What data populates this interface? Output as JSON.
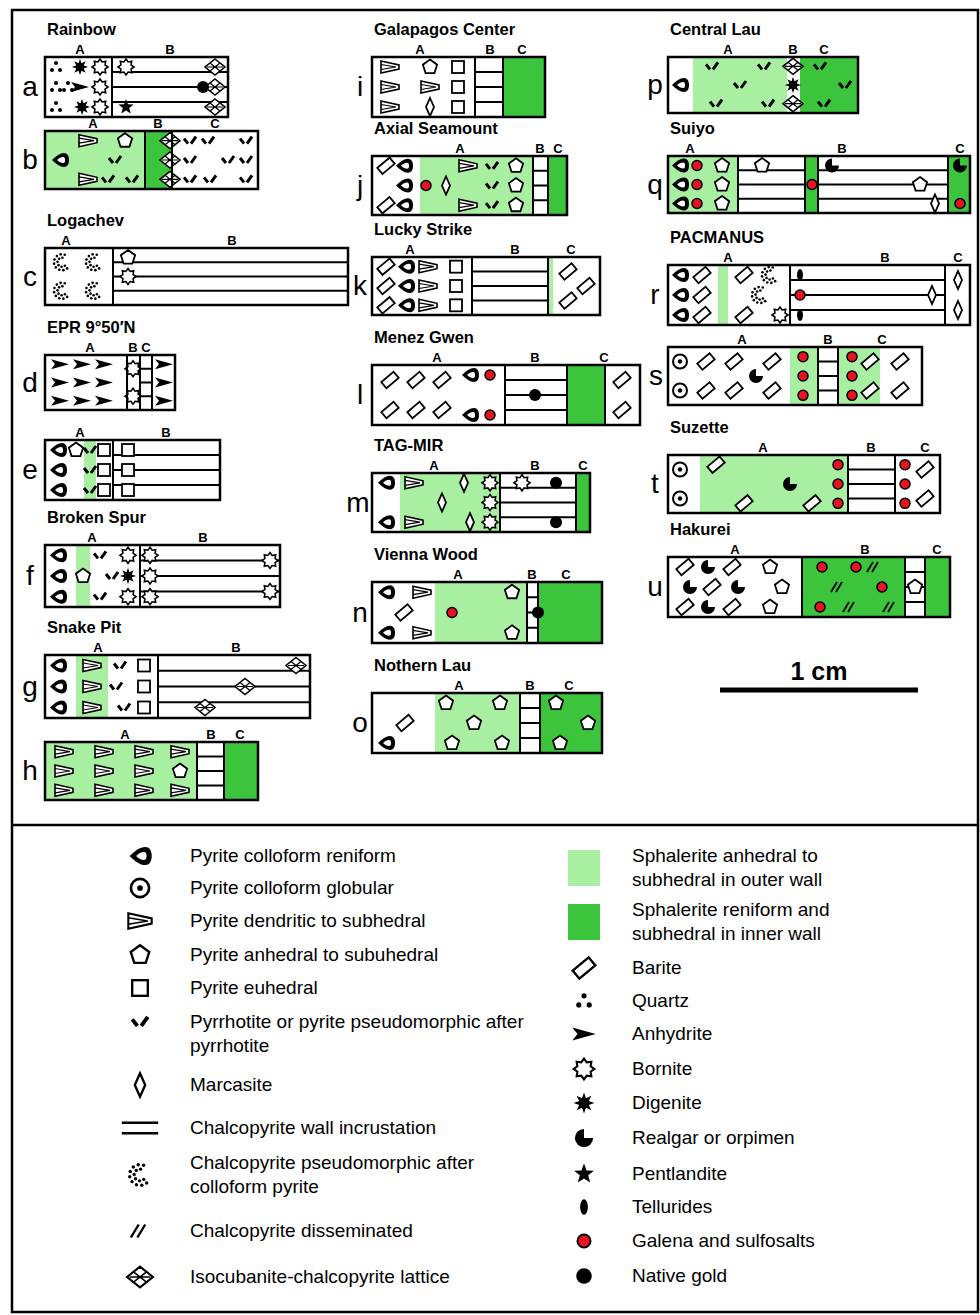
{
  "diagram": {
    "nodes": [
      {
        "text": [
          "Rainbow",
          "A",
          "B",
          "a"
        ]
      },
      {
        "text": [
          "A",
          "B",
          "C",
          "b"
        ]
      },
      {
        "text": [
          "Logachev",
          "A",
          "B",
          "c"
        ]
      },
      {
        "text": [
          "EPR 9°50′N",
          "A",
          "B",
          "C",
          "d"
        ]
      },
      {
        "text": [
          "A",
          "B",
          "e"
        ]
      },
      {
        "text": [
          "Broken Spur",
          "A",
          "B",
          "f"
        ]
      },
      {
        "text": [
          "Snake Pit",
          "A",
          "B",
          "g"
        ]
      },
      {
        "text": [
          "A",
          "B",
          "C",
          "h"
        ]
      },
      {
        "text": [
          "Galapagos Center",
          "A",
          "B",
          "C",
          "i"
        ]
      },
      {
        "text": [
          "Axial Seamount",
          "A",
          "B",
          "C",
          "j"
        ]
      },
      {
        "text": [
          "Lucky Strike",
          "A",
          "B",
          "C",
          "k"
        ]
      },
      {
        "text": [
          "Menez Gwen",
          "A",
          "B",
          "C",
          "l"
        ]
      },
      {
        "text": [
          "TAG-MIR",
          "A",
          "B",
          "C",
          "m"
        ]
      },
      {
        "text": [
          "Vienna Wood",
          "A",
          "B",
          "C",
          "n"
        ]
      },
      {
        "text": [
          "Nothern Lau",
          "A",
          "B",
          "C",
          "o"
        ]
      },
      {
        "text": [
          "Central Lau",
          "A",
          "B",
          "C",
          "p"
        ]
      },
      {
        "text": [
          "Suiyo",
          "A",
          "B",
          "C",
          "q"
        ]
      },
      {
        "text": [
          "PACMANUS",
          "A",
          "B",
          "C",
          "r"
        ]
      },
      {
        "text": [
          "A",
          "B",
          "C",
          "s"
        ]
      },
      {
        "text": [
          "Suzette",
          "A",
          "B",
          "C",
          "t"
        ]
      },
      {
        "text": [
          "Hakurei",
          "A",
          "B",
          "C",
          "u"
        ]
      }
    ],
    "labels": [
      "1 cm"
    ],
    "legend": [
      {
        "text": "Pyrite colloform reniform"
      },
      {
        "text": "Pyrite colloform globular"
      },
      {
        "text": "Pyrite dendritic to subhedral"
      },
      {
        "text": "Pyrite anhedral to subuhedral"
      },
      {
        "text": "Pyrite euhedral"
      },
      {
        "text": "Pyrrhotite or pyrite pseudomorphic after pyrrhotite"
      },
      {
        "text": "Marcasite"
      },
      {
        "text": "Chalcopyrite wall incrustation"
      },
      {
        "text": "Chalcopyrite pseudomorphic after colloform pyrite"
      },
      {
        "text": "Chalcopyrite disseminated"
      },
      {
        "text": "Isocubanite-chalcopyrite lattice"
      },
      {
        "text": "Sphalerite anhedral to subhedral in outer wall",
        "color": "#a8efa2"
      },
      {
        "text": "Sphalerite reniform and subhedral in inner wall",
        "color": "#3cc43c"
      },
      {
        "text": "Barite"
      },
      {
        "text": "Quartz"
      },
      {
        "text": "Anhydrite"
      },
      {
        "text": "Bornite"
      },
      {
        "text": "Digenite"
      },
      {
        "text": "Realgar or orpimen"
      },
      {
        "text": "Pentlandite"
      },
      {
        "text": "Tellurides"
      },
      {
        "text": "Galena and sulfosalts"
      },
      {
        "text": "Native gold"
      }
    ]
  }
}
